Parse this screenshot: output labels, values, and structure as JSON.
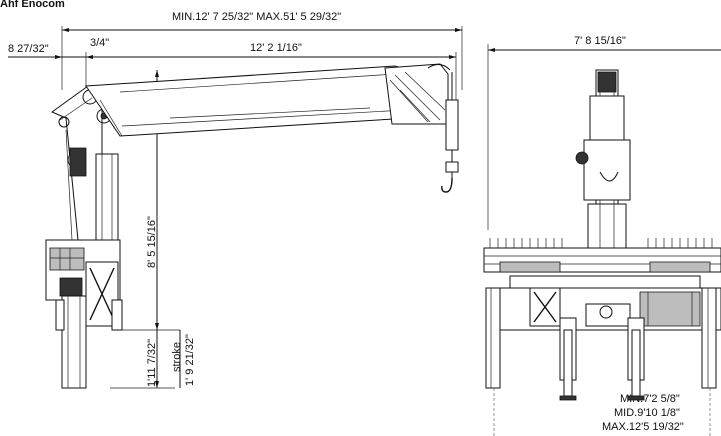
{
  "heading": "Ahf Enocom",
  "dimensions": {
    "top_overall": "MIN.12' 7 25/32\" MAX.51' 5 29/32\"",
    "left_offset": "8 27/32\"",
    "small_offset": "3/4\"",
    "boom_length": "12' 2 1/16\"",
    "total_height": "8' 5 15/16\"",
    "leg_height": "1'11 7/32\"",
    "stroke_label": "stroke",
    "stroke_value": "1' 9 21/32\"",
    "front_width": "7' 8 15/16\"",
    "outrigger_min": "MIN.7'2 5/8\"",
    "outrigger_mid": "MID.9'10 1/8\"",
    "outrigger_max": "MAX.12'5 19/32\""
  }
}
